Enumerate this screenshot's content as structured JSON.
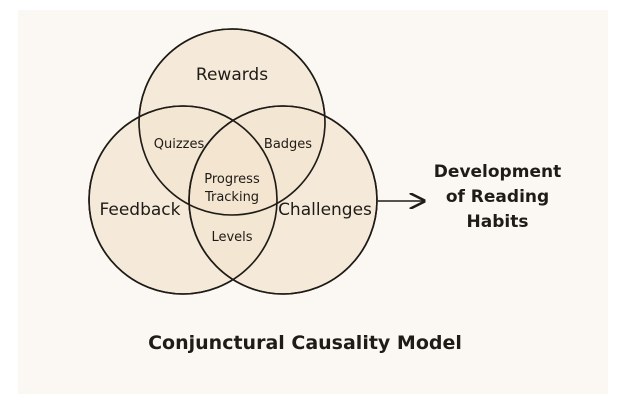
{
  "colors": {
    "circle_fill": "#f2e4cf",
    "circle_stroke": "#1f1b16",
    "background": "#fbf8f3"
  },
  "circles": {
    "top": "Rewards",
    "left": "Feedback",
    "right": "Challenges"
  },
  "overlaps": {
    "top_left": "Quizzes",
    "top_right": "Badges",
    "left_right": "Levels",
    "center_line1": "Progress",
    "center_line2": "Tracking"
  },
  "outcome_lines": [
    "Development",
    "of Reading",
    "Habits"
  ],
  "title": "Conjunctural Causality Model",
  "arrow_icon": "right-arrow-icon"
}
